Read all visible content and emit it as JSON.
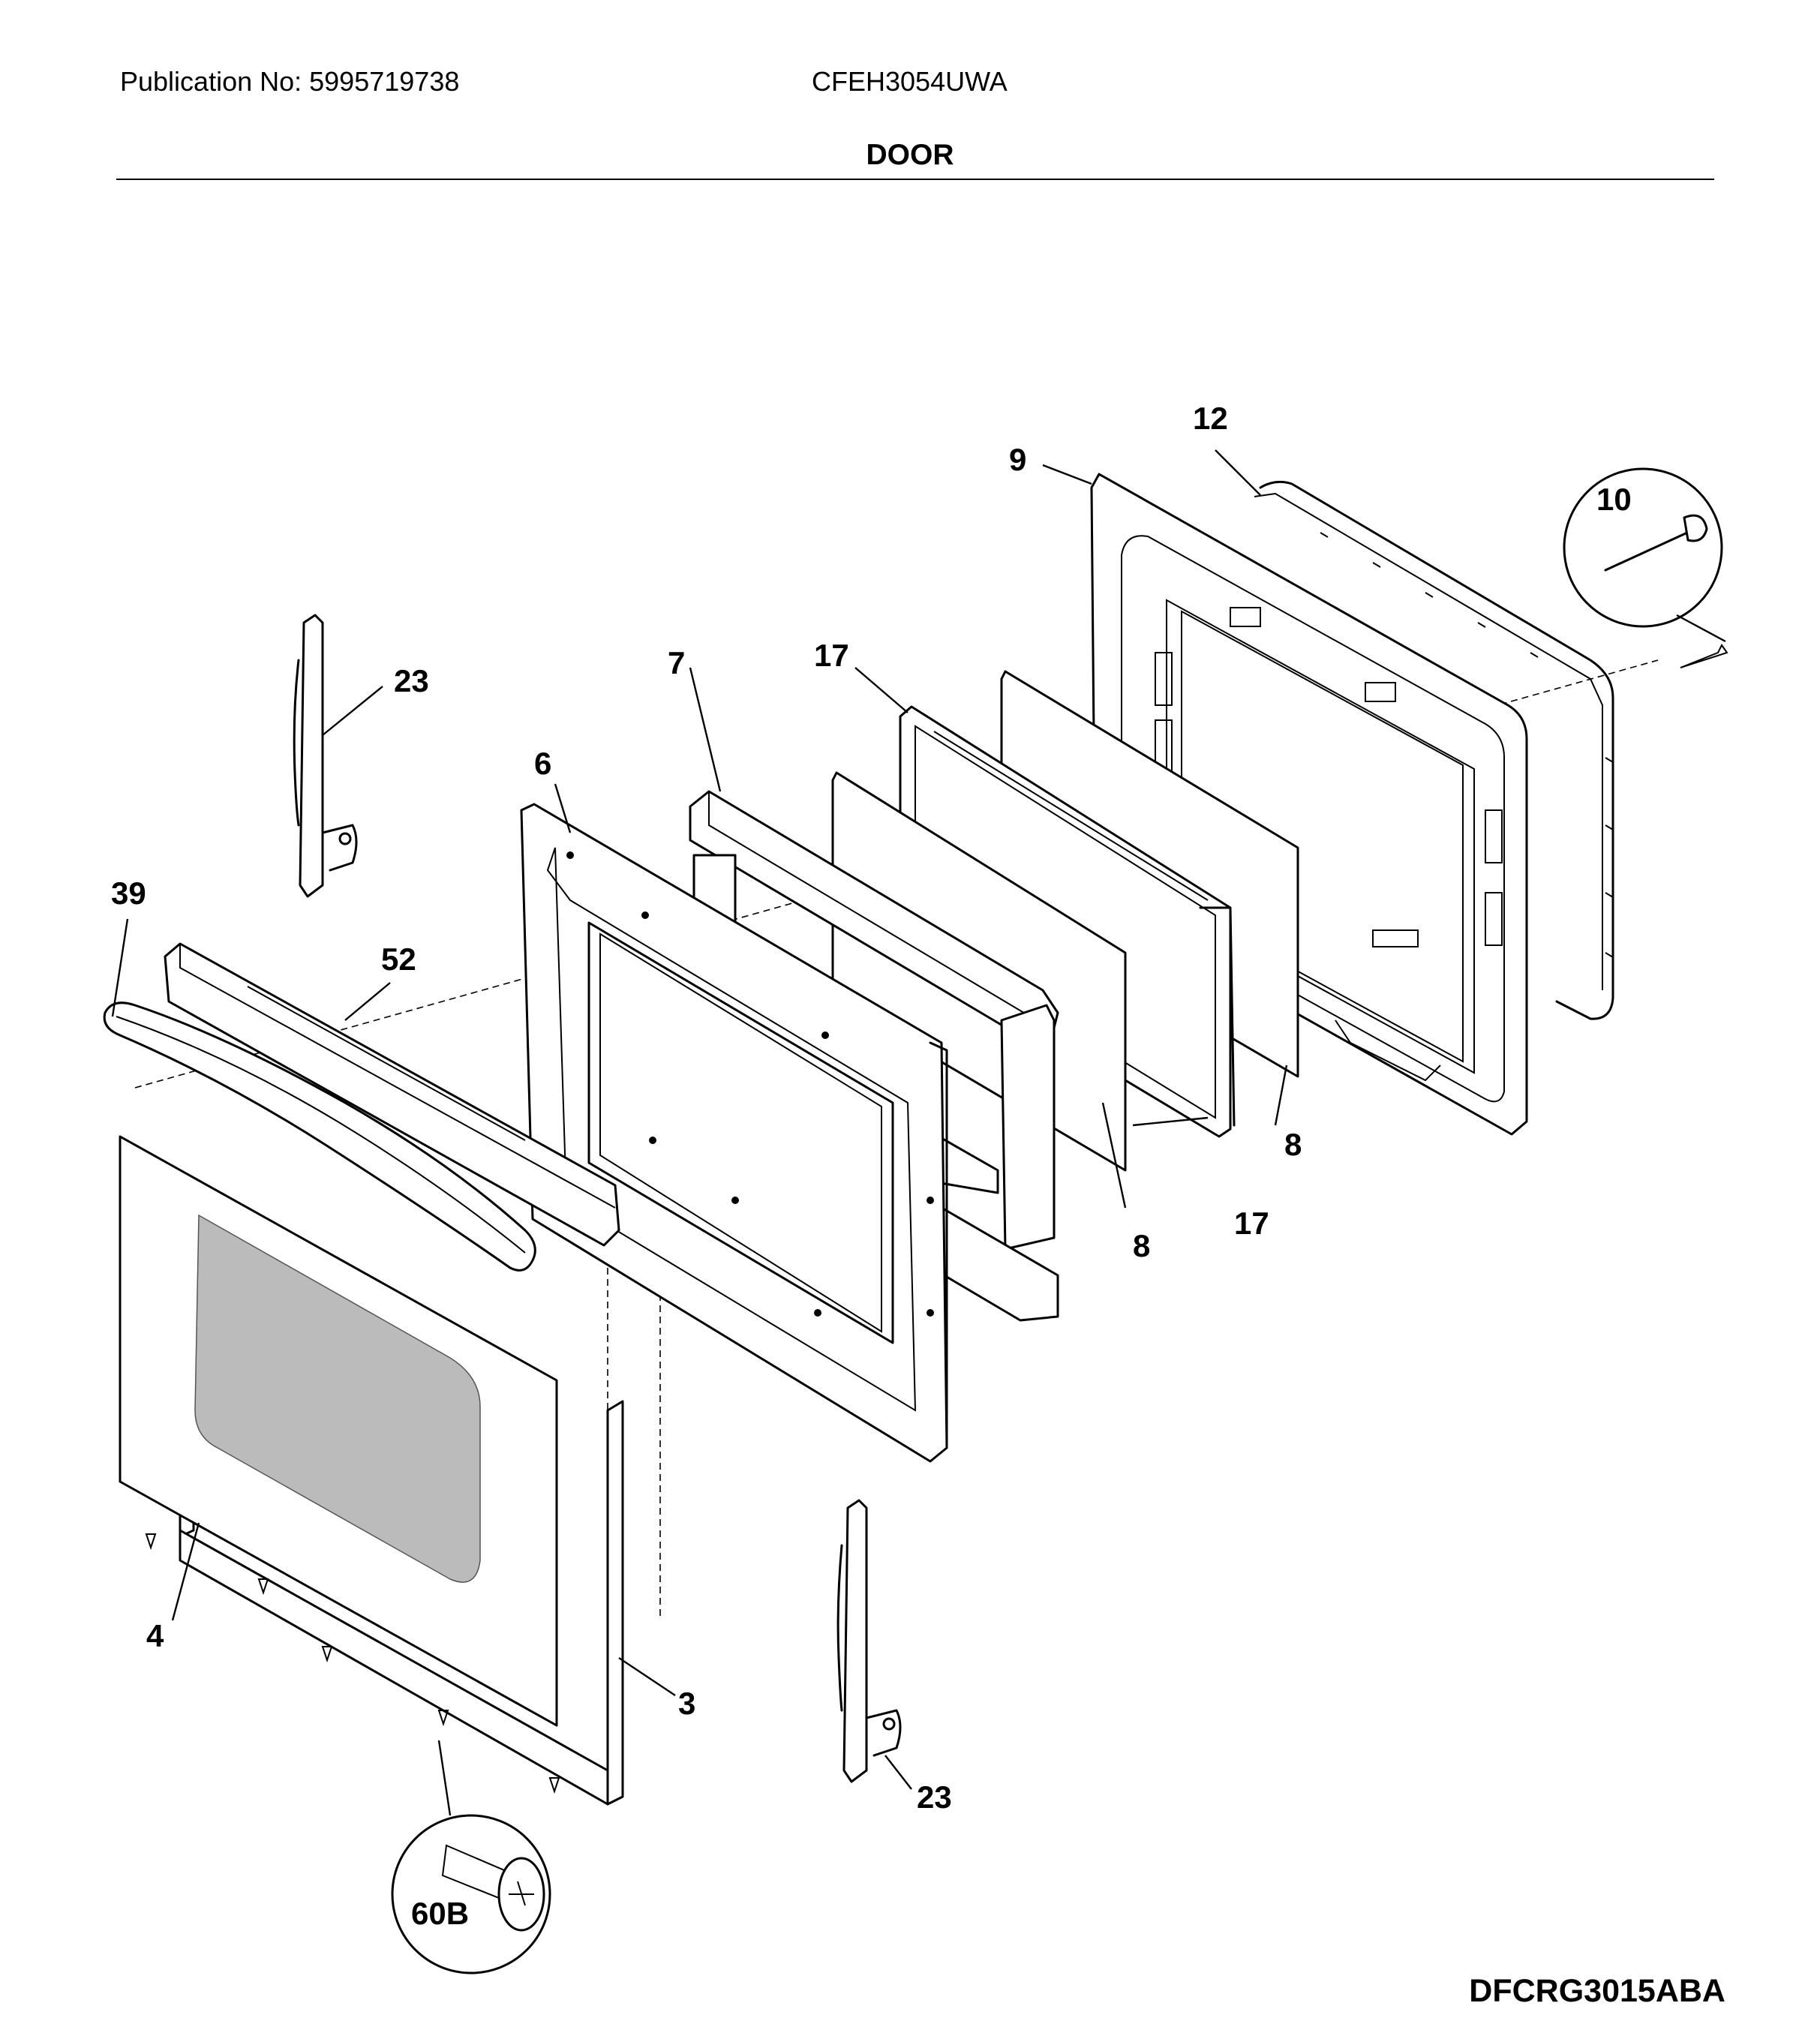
{
  "header": {
    "publication": "Publication No: 5995719738",
    "model": "CFEH3054UWA",
    "section_title": "DOOR"
  },
  "diagram": {
    "drawing_code": "DFCRG3015ABA",
    "callouts": {
      "p3": "3",
      "p4": "4",
      "p6": "6",
      "p7": "7",
      "p8a": "8",
      "p8b": "8",
      "p9": "9",
      "p10": "10",
      "p12": "12",
      "p17a": "17",
      "p17b": "17",
      "p23a": "23",
      "p23b": "23",
      "p39": "39",
      "p52": "52",
      "p60b": "60B"
    }
  }
}
